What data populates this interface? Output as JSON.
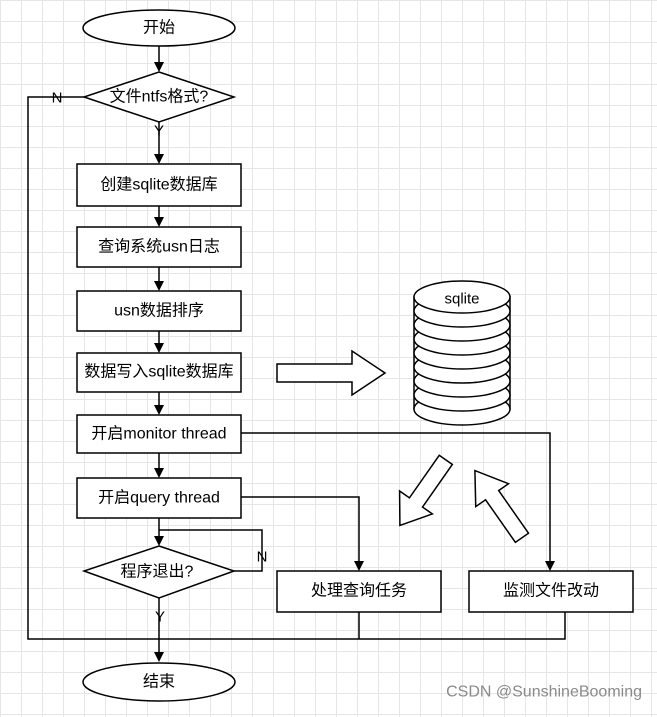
{
  "flowchart": {
    "start": "开始",
    "decision_ntfs": "文件ntfs格式?",
    "create_db": "创建sqlite数据库",
    "query_usn": "查询系统usn日志",
    "sort_usn": "usn数据排序",
    "write_db": "数据写入sqlite数据库",
    "monitor_thread": "开启monitor thread",
    "query_thread": "开启query thread",
    "decision_exit": "程序退出?",
    "handle_query": "处理查询任务",
    "monitor_file": "监测文件改动",
    "end": "结束",
    "database": "sqlite",
    "label_yes": "Y",
    "label_no": "N"
  },
  "watermark": "CSDN @SunshineBooming"
}
